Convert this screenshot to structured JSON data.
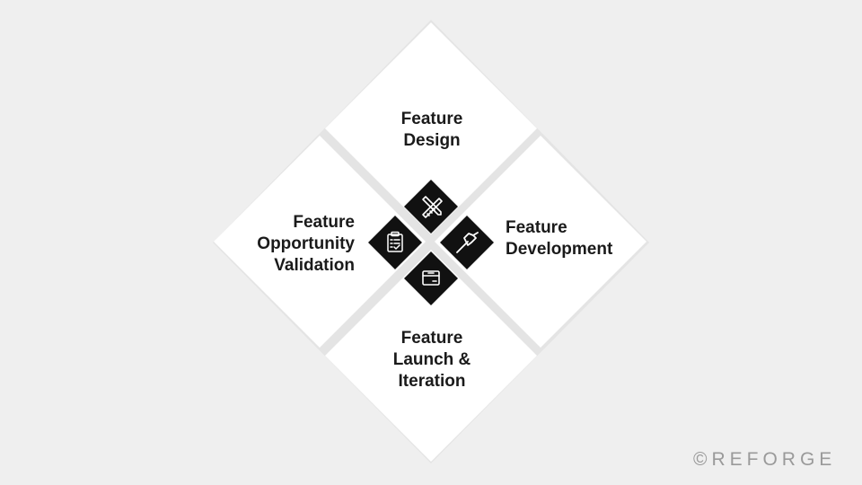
{
  "diagram": {
    "stages": [
      {
        "id": "design",
        "lines": [
          "Feature",
          "Design"
        ],
        "icon": "pencil-ruler-icon"
      },
      {
        "id": "development",
        "lines": [
          "Feature",
          "Development"
        ],
        "icon": "hammer-icon"
      },
      {
        "id": "launch",
        "lines": [
          "Feature",
          "Launch &",
          "Iteration"
        ],
        "icon": "box-icon"
      },
      {
        "id": "validation",
        "lines": [
          "Feature",
          "Opportunity",
          "Validation"
        ],
        "icon": "clipboard-checklist-icon"
      }
    ]
  },
  "branding": {
    "logo_text": "©REFORGE"
  },
  "colors": {
    "background": "#efefef",
    "diamond": "#ffffff",
    "icon_tile": "#111111",
    "text": "#1a1a1a",
    "logo": "#9a9a9a"
  }
}
